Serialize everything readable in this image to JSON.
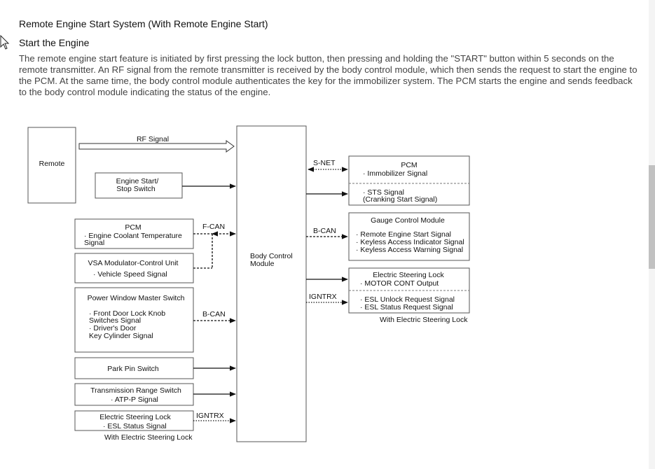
{
  "document": {
    "title": "Remote Engine Start System (With Remote Engine Start)",
    "section_heading": "Start the Engine",
    "description": "The remote engine start feature is initiated by first pressing the lock button, then pressing and holding the \"START\" button within 5 seconds on the remote transmitter. An RF signal from the remote transmitter is received by the body control module, which then sends the request to start the engine to the PCM. At the same time, the body control module authenticates the key for the immobilizer system. The PCM starts the engine and sends feedback to the body control module indicating the status of the engine."
  },
  "diagram": {
    "center": {
      "line1": "Body Control",
      "line2": "Module"
    },
    "remote": {
      "label": "Remote"
    },
    "rf_signal": "RF Signal",
    "engine_switch": {
      "line1": "Engine Start/",
      "line2": "Stop Switch"
    },
    "pcm_in": {
      "title": "PCM",
      "line1": "· Engine Coolant Temperature",
      "line2": "Signal"
    },
    "vsa": {
      "title": "VSA Modulator-Control Unit",
      "line1": "· Vehicle Speed Signal"
    },
    "f_can": "F-CAN",
    "power_window": {
      "title": "Power Window Master Switch",
      "line1": "· Front Door Lock Knob",
      "line2": "Switches Signal",
      "line3": "· Driver's Door",
      "line4": "Key Cylinder Signal"
    },
    "b_can_in": "B-CAN",
    "park_pin": {
      "label": "Park Pin Switch"
    },
    "trans_range": {
      "title": "Transmission Range Switch",
      "line1": "· ATP-P Signal"
    },
    "esl_in": {
      "title": "Electric Steering Lock",
      "line1": "· ESL Status Signal",
      "note": "With Electric Steering Lock"
    },
    "igntrx_in": "IGNTRX",
    "s_net": "S-NET",
    "pcm_out": {
      "title": "PCM",
      "line1": "· Immobilizer Signal",
      "line2": "· STS Signal",
      "line3": "(Cranking Start Signal)"
    },
    "b_can_out": "B-CAN",
    "gauge": {
      "title": "Gauge Control Module",
      "line1": "· Remote Engine Start Signal",
      "line2": "· Keyless Access Indicator Signal",
      "line3": "· Keyless Access Warning Signal"
    },
    "esl_out": {
      "title": "Electric Steering Lock",
      "line1": "· MOTOR CONT Output",
      "line2": "· ESL Unlock Request Signal",
      "line3": "· ESL Status Request Signal",
      "note": "With Electric Steering Lock"
    },
    "igntrx_out": "IGNTRX"
  }
}
